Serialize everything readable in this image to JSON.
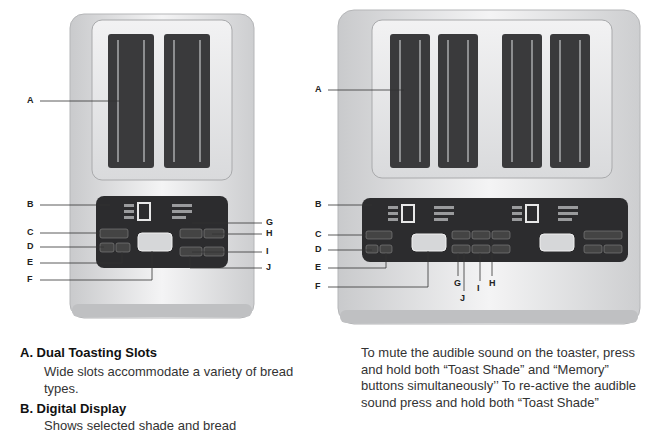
{
  "diagram": {
    "labels": [
      "A",
      "B",
      "C",
      "D",
      "E",
      "F",
      "G",
      "H",
      "I",
      "J",
      "A",
      "B",
      "C",
      "D",
      "E",
      "F",
      "G",
      "J",
      "I",
      "H",
      "A. Dual Toasting Slots",
      "Wide slots accommodate a variety of bread types.",
      "B. Digital Display",
      "Shows selected shade and bread",
      "To mute the audible sound on the toaster, press and hold both “Toast Shade” and “Memory” buttons simultaneously’’ To re-active the audible sound press and hold both “Toast Shade”"
    ]
  }
}
